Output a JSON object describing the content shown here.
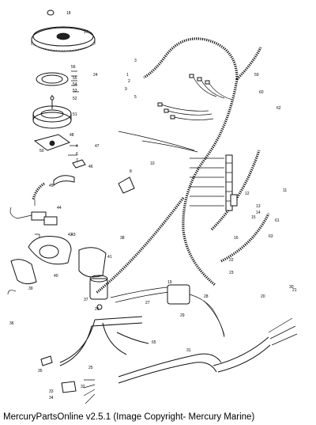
{
  "caption": "MercuryPartsOnline v2.5.1 (Image Copyright- Mercury Marine)",
  "callouts": [
    "18",
    "17",
    "24",
    "3",
    "9",
    "59",
    "56",
    "55",
    "54",
    "53",
    "52",
    "51",
    "2",
    "1",
    "5",
    "60",
    "4",
    "62",
    "50",
    "6",
    "7",
    "48",
    "47",
    "46",
    "8",
    "44",
    "45",
    "10",
    "12",
    "43",
    "11",
    "13",
    "14",
    "15",
    "16",
    "61",
    "38",
    "63",
    "42",
    "41",
    "39",
    "40",
    "36",
    "22",
    "23",
    "21",
    "19",
    "20",
    "37",
    "27",
    "26",
    "28",
    "29",
    "30",
    "65",
    "31",
    "25",
    "32",
    "33",
    "34",
    "35"
  ]
}
